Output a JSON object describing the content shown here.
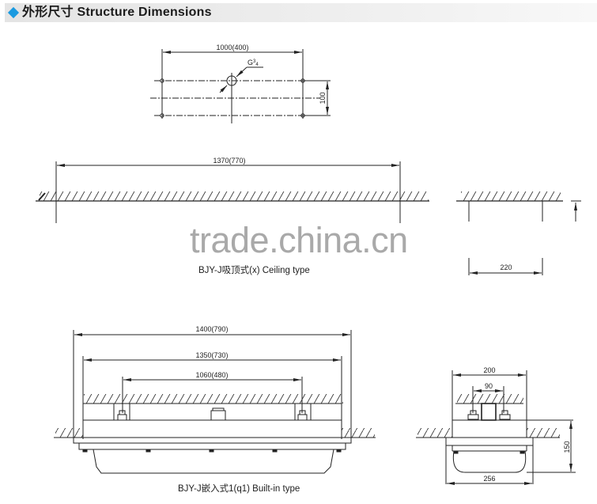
{
  "header": {
    "title": "外形尺寸 Structure Dimensions",
    "accent_color": "#1a9ae0"
  },
  "top_view": {
    "width_dim": "1000(400)",
    "height_dim": "100",
    "thread_label": "G",
    "thread_sup": "3",
    "thread_sub": "4"
  },
  "ceiling_type": {
    "length_dim": "1370(770)",
    "side_dim": "220",
    "caption": "BJY-J吸顶式(x) Ceiling type"
  },
  "builtin_type": {
    "overall_dim": "1400(790)",
    "inner_dim": "1350(730)",
    "mount_dim": "1060(480)",
    "side_width_dim": "200",
    "side_mount_dim": "90",
    "side_height_dim": "150",
    "side_bottom_dim": "256",
    "caption": "BJY-J嵌入式1(q1) Built-in type"
  },
  "watermark": "trade.china.cn"
}
